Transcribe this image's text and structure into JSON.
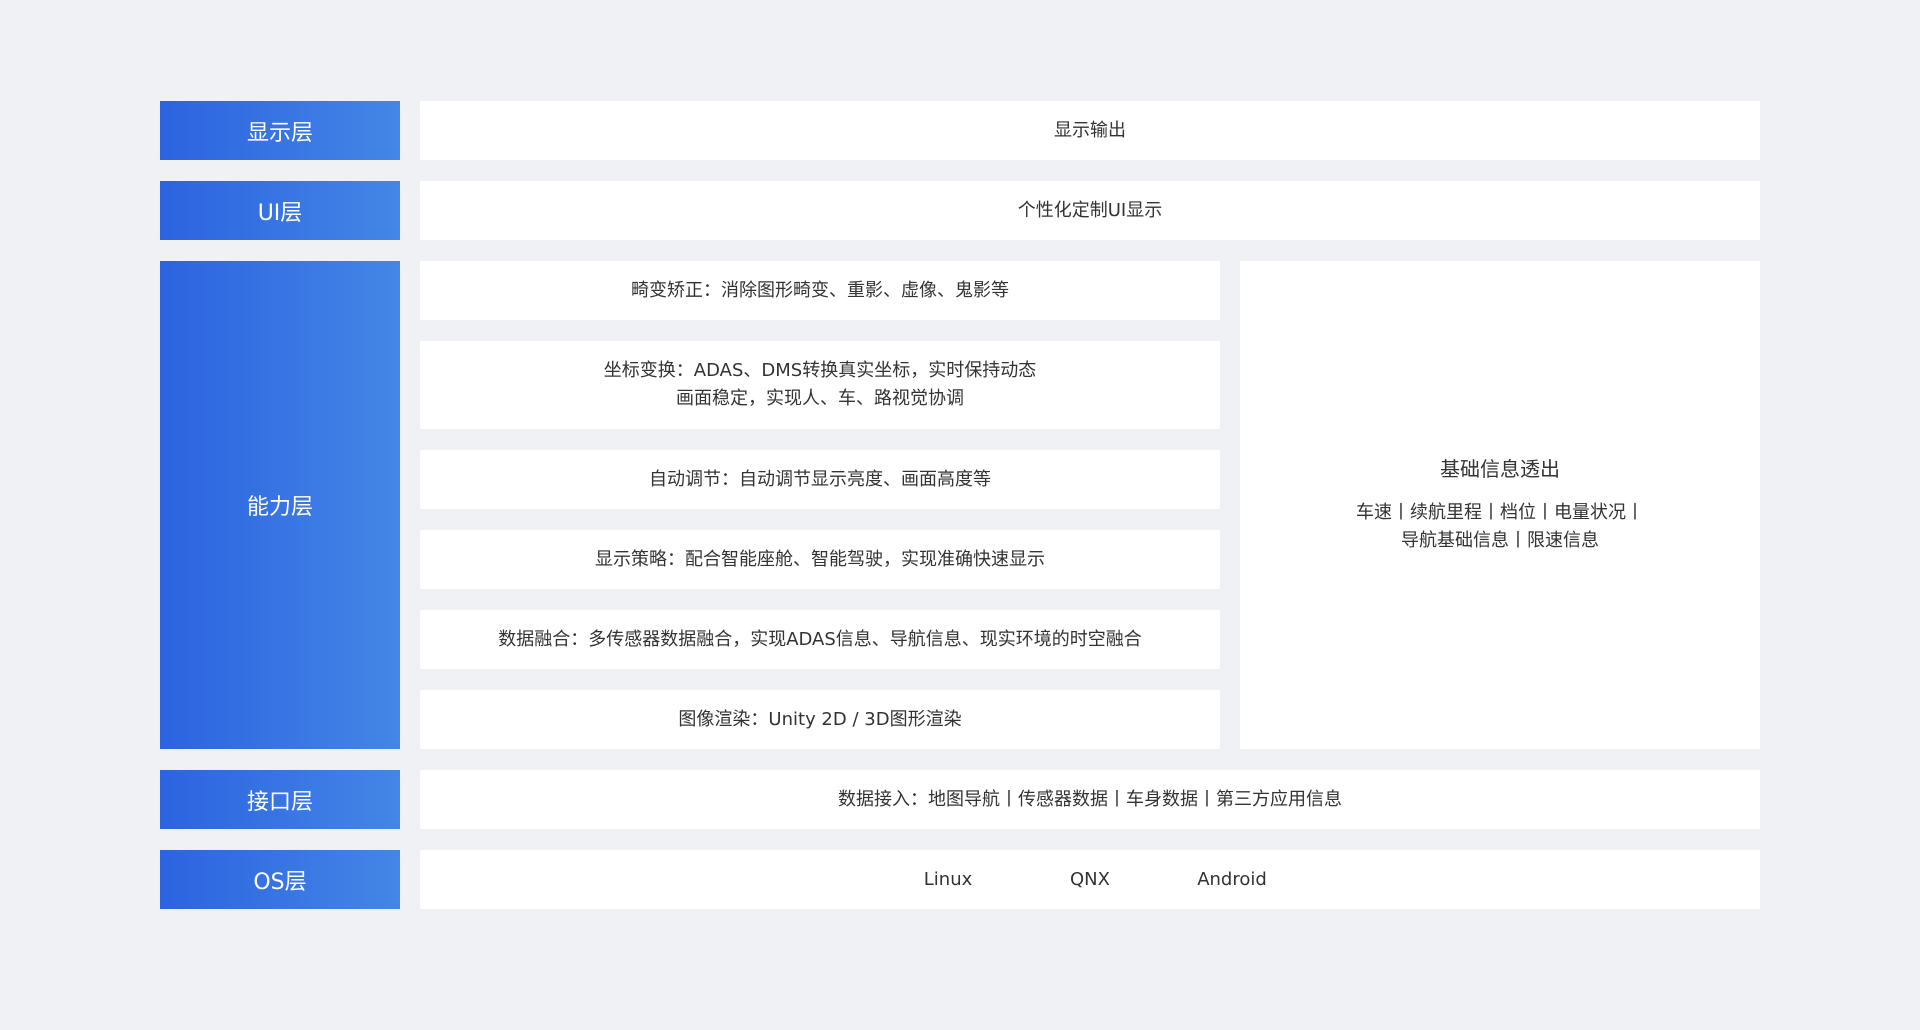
{
  "colors": {
    "background": "#f0f1f5",
    "label_gradient_start": "#2c63e0",
    "label_gradient_end": "#4486e6",
    "box": "#ffffff",
    "text": "#333333"
  },
  "layers": {
    "display": {
      "label": "显示层",
      "content": "显示输出"
    },
    "ui": {
      "label": "UI层",
      "content": "个性化定制UI显示"
    },
    "capability": {
      "label": "能力层",
      "items": [
        {
          "lines": [
            "畸变矫正：消除图形畸变、重影、虚像、鬼影等"
          ]
        },
        {
          "lines": [
            "坐标变换：ADAS、DMS转换真实坐标，实时保持动态",
            "画面稳定，实现人、车、路视觉协调"
          ]
        },
        {
          "lines": [
            "自动调节：自动调节显示亮度、画面高度等"
          ]
        },
        {
          "lines": [
            "显示策略：配合智能座舱、智能驾驶，实现准确快速显示"
          ]
        },
        {
          "lines": [
            "数据融合：多传感器数据融合，实现ADAS信息、导航信息、现实环境的时空融合"
          ]
        },
        {
          "lines": [
            "图像渲染：Unity 2D / 3D图形渲染"
          ]
        }
      ],
      "side_panel": {
        "title": "基础信息透出",
        "lines": [
          "车速丨续航里程丨档位丨电量状况丨",
          "导航基础信息丨限速信息"
        ]
      }
    },
    "interface": {
      "label": "接口层",
      "content": "数据接入：地图导航丨传感器数据丨车身数据丨第三方应用信息"
    },
    "os": {
      "label": "OS层",
      "items": [
        "Linux",
        "QNX",
        "Android"
      ]
    }
  }
}
